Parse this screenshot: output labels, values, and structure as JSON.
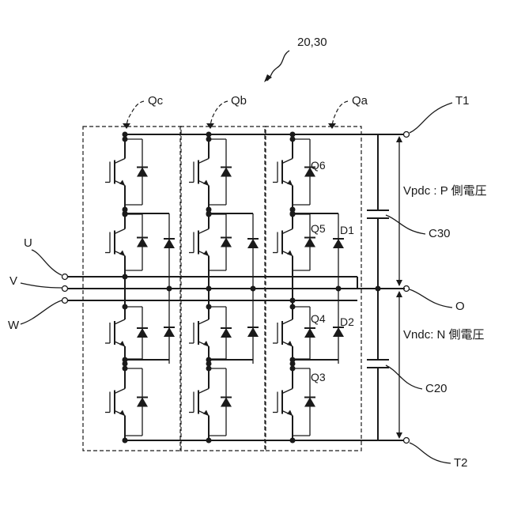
{
  "labels": {
    "reference": "20,30",
    "module_c": "Qc",
    "module_b": "Qb",
    "module_a": "Qa",
    "terminal_top": "T1",
    "terminal_bottom": "T2",
    "terminal_mid": "O",
    "phase_u": "U",
    "phase_v": "V",
    "phase_w": "W",
    "switch_q6": "Q6",
    "switch_q5": "Q5",
    "switch_q4": "Q4",
    "switch_q3": "Q3",
    "diode_d1": "D1",
    "diode_d2": "D2",
    "capacitor_top": "C30",
    "capacitor_bottom": "C20",
    "voltage_p": "Vpdc : P 側電圧",
    "voltage_n": "Vndc: N 側電圧"
  }
}
